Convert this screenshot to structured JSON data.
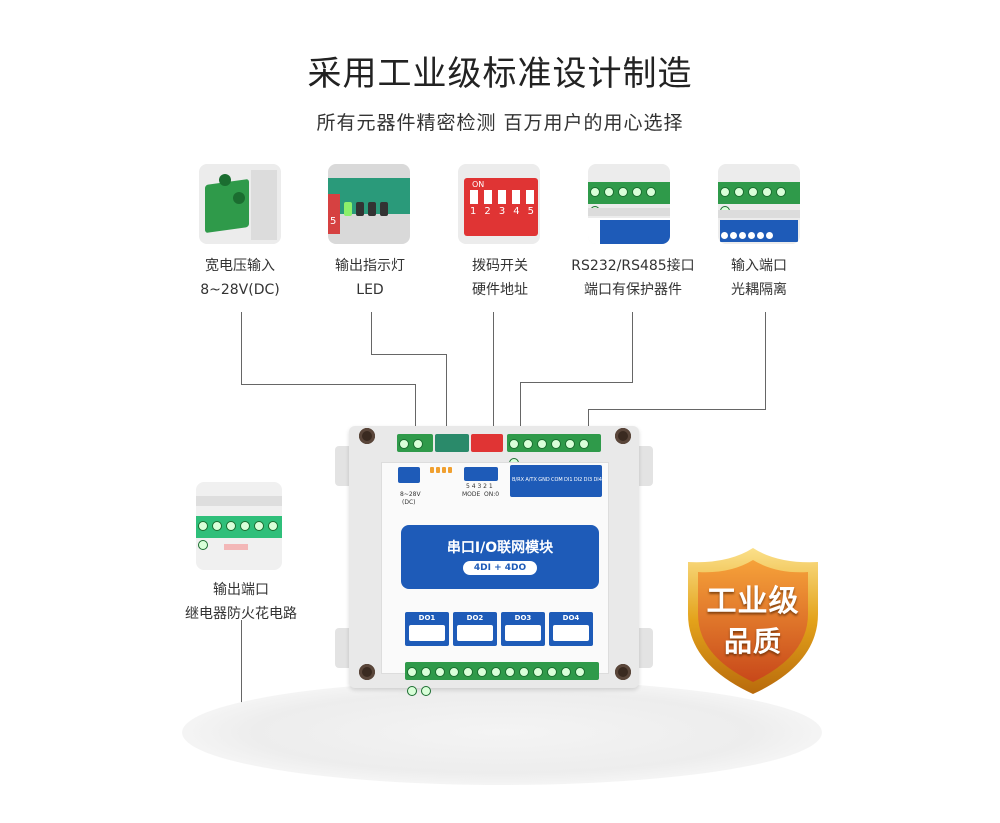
{
  "header": {
    "title": "采用工业级标准设计制造",
    "subtitle": "所有元器件精密检测   百万用户的用心选择"
  },
  "features": [
    {
      "line1": "宽电压输入",
      "line2": "8~28V(DC)"
    },
    {
      "line1": "输出指示灯",
      "line2": "LED"
    },
    {
      "line1": "拨码开关",
      "line2": "硬件地址"
    },
    {
      "line1": "RS232/RS485接口",
      "line2": "端口有保护器件"
    },
    {
      "line1": "输入端口",
      "line2": "光耦隔离"
    }
  ],
  "output_feature": {
    "line1": "输出端口",
    "line2": "继电器防火花电路"
  },
  "module": {
    "product_name": "串口I/O联网模块",
    "io_label": "4DI + 4DO",
    "power_label": "8~28V",
    "power_sub": "(DC)",
    "mode_label": "MODE",
    "on_label": "ON:0",
    "dip_numbers": "5 4 3 2 1",
    "serial_labels": [
      "B/RX",
      "A/TX",
      "GND",
      "COM",
      "DI1",
      "DI2",
      "DI3",
      "DI4"
    ],
    "do_labels": [
      "DO1",
      "DO2",
      "DO3",
      "DO4"
    ]
  },
  "dip_thumb_numbers": [
    "1",
    "2",
    "3",
    "4",
    "5"
  ],
  "dip_thumb_on": "ON",
  "led_thumb_number": "5",
  "badge": {
    "line1": "工业级",
    "line2": "品质"
  },
  "colors": {
    "module_blue": "#1e5bb8",
    "terminal_green": "#2f9a4a",
    "badge_gold": "#e3a21a",
    "badge_orange": "#d9661a"
  }
}
